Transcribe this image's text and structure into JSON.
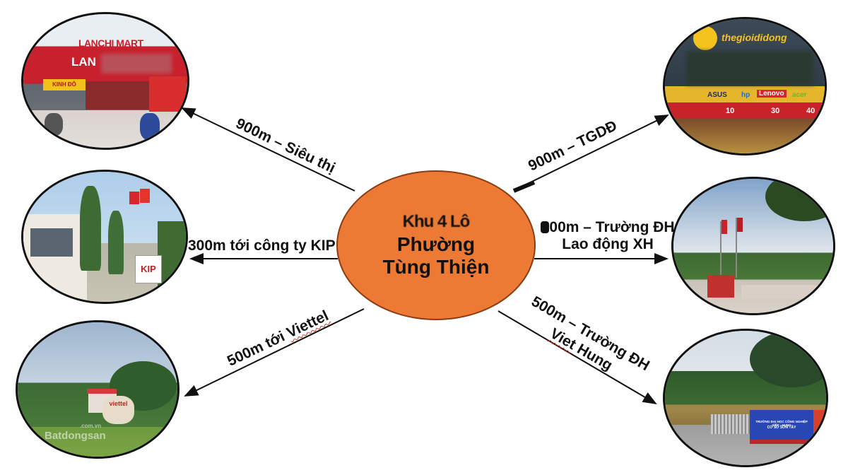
{
  "center": {
    "line1": "Khu 4 Lô",
    "line2": "Phường",
    "line3": "Tùng Thiện",
    "fill_color": "#ec7a35"
  },
  "destinations": [
    {
      "id": "supermarket",
      "label": "900m – Siêu thị",
      "position": "top-left",
      "photo": {
        "description": "Lanchi Mart supermarket storefront",
        "sign_main": "LANCHI MART",
        "sign_front": "LAN",
        "sign_banner": "KINH ĐÔ"
      }
    },
    {
      "id": "kip-company",
      "label": "300m tới công ty KIP",
      "position": "middle-left",
      "photo": {
        "description": "KIP company gate with flags and palm trees",
        "sign": "KIP"
      }
    },
    {
      "id": "viettel",
      "label_prefix": "500m tới ",
      "label_highlight": "Viettel",
      "position": "bottom-left",
      "photo": {
        "description": "Viettel campus entrance with stone sign",
        "sign": "viettel",
        "watermark": "Batdongsan",
        "watermark_sub": ".com.vn"
      }
    },
    {
      "id": "tgdd",
      "label": "900m – TGDĐ",
      "position": "top-right",
      "photo": {
        "description": "Thegioididong electronics store",
        "sign_main": "thegioididong",
        "brands": [
          "ASUS",
          "hp",
          "Lenovo",
          "acer"
        ],
        "promo_numbers": [
          "10",
          "30",
          "40"
        ]
      }
    },
    {
      "id": "labor-university",
      "label_line1": "00m – Trường ĐH",
      "label_line2": "Lao động XH",
      "position": "middle-right",
      "photo": {
        "description": "University gate with flags and cloudy sky"
      }
    },
    {
      "id": "viet-hung-university",
      "label_line1": "500m – Trường ĐH",
      "label_line2_highlight": "Viet",
      "label_line2_rest": " Hung",
      "position": "bottom-right",
      "photo": {
        "description": "Viet-Hung Industrial University gate",
        "sign_line1": "TRƯỜNG ĐẠI HỌC CÔNG NGHIỆP VIỆT - HUNG",
        "sign_line2": "CƠ SỞ SƠN TÂY"
      }
    }
  ]
}
